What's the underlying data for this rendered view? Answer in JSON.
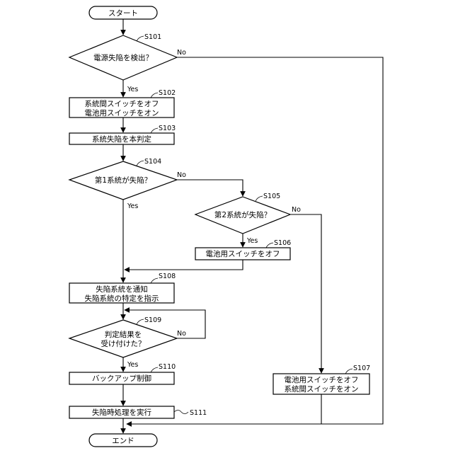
{
  "terminals": {
    "start": "スタート",
    "end": "エンド"
  },
  "steps": {
    "s101": {
      "id": "S101",
      "text": "電源失陥を検出？"
    },
    "s102": {
      "id": "S102",
      "line1": "系統間スイッチをオフ",
      "line2": "電池用スイッチをオン"
    },
    "s103": {
      "id": "S103",
      "text": "系統失陥を本判定"
    },
    "s104": {
      "id": "S104",
      "text": "第1系統が失陥？"
    },
    "s105": {
      "id": "S105",
      "text": "第2系統が失陥？"
    },
    "s106": {
      "id": "S106",
      "text": "電池用スイッチをオフ"
    },
    "s107": {
      "id": "S107",
      "line1": "電池用スイッチをオフ",
      "line2": "系統間スイッチをオン"
    },
    "s108": {
      "id": "S108",
      "line1": "失陥系統を通知",
      "line2": "失陥系統の特定を指示"
    },
    "s109": {
      "id": "S109",
      "line1": "判定結果を",
      "line2": "受け付けた？"
    },
    "s110": {
      "id": "S110",
      "text": "バックアップ制御"
    },
    "s111": {
      "id": "S111",
      "text": "失陥時処理を実行"
    }
  },
  "branches": {
    "yes": "Yes",
    "no": "No"
  }
}
